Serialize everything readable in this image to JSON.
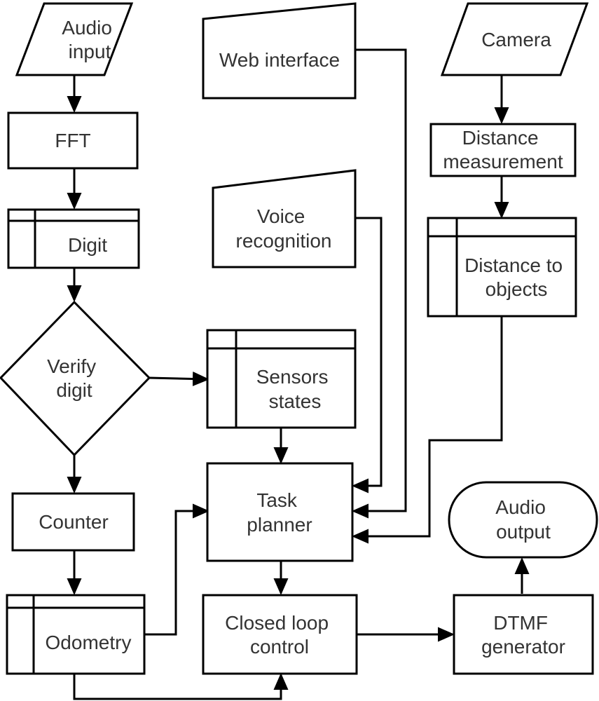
{
  "nodes": {
    "audio_input": {
      "lines": [
        "Audio",
        "input"
      ]
    },
    "fft": {
      "lines": [
        "FFT"
      ]
    },
    "digit": {
      "lines": [
        "Digit"
      ]
    },
    "verify_digit": {
      "lines": [
        "Verify",
        "digit"
      ]
    },
    "counter": {
      "lines": [
        "Counter"
      ]
    },
    "odometry": {
      "lines": [
        "Odometry"
      ]
    },
    "web_interface": {
      "lines": [
        "Web interface"
      ]
    },
    "voice_recognition": {
      "lines": [
        "Voice",
        "recognition"
      ]
    },
    "sensors_states": {
      "lines": [
        "Sensors",
        "states"
      ]
    },
    "task_planner": {
      "lines": [
        "Task",
        "planner"
      ]
    },
    "closed_loop_control": {
      "lines": [
        "Closed loop",
        "control"
      ]
    },
    "camera": {
      "lines": [
        "Camera"
      ]
    },
    "distance_measurement": {
      "lines": [
        "Distance",
        "measurement"
      ]
    },
    "distance_to_objects": {
      "lines": [
        "Distance to",
        "objects"
      ]
    },
    "audio_output": {
      "lines": [
        "Audio",
        "output"
      ]
    },
    "dtmf_generator": {
      "lines": [
        "DTMF",
        "generator"
      ]
    }
  },
  "edges": [
    {
      "from": "audio_input",
      "to": "fft"
    },
    {
      "from": "fft",
      "to": "digit"
    },
    {
      "from": "digit",
      "to": "verify_digit"
    },
    {
      "from": "verify_digit",
      "to": "sensors_states"
    },
    {
      "from": "verify_digit",
      "to": "counter"
    },
    {
      "from": "counter",
      "to": "odometry"
    },
    {
      "from": "odometry",
      "to": "task_planner"
    },
    {
      "from": "odometry",
      "to": "closed_loop_control"
    },
    {
      "from": "web_interface",
      "to": "task_planner"
    },
    {
      "from": "voice_recognition",
      "to": "task_planner"
    },
    {
      "from": "sensors_states",
      "to": "task_planner"
    },
    {
      "from": "task_planner",
      "to": "closed_loop_control"
    },
    {
      "from": "closed_loop_control",
      "to": "dtmf_generator"
    },
    {
      "from": "dtmf_generator",
      "to": "audio_output"
    },
    {
      "from": "camera",
      "to": "distance_measurement"
    },
    {
      "from": "distance_measurement",
      "to": "distance_to_objects"
    },
    {
      "from": "distance_to_objects",
      "to": "task_planner"
    }
  ]
}
